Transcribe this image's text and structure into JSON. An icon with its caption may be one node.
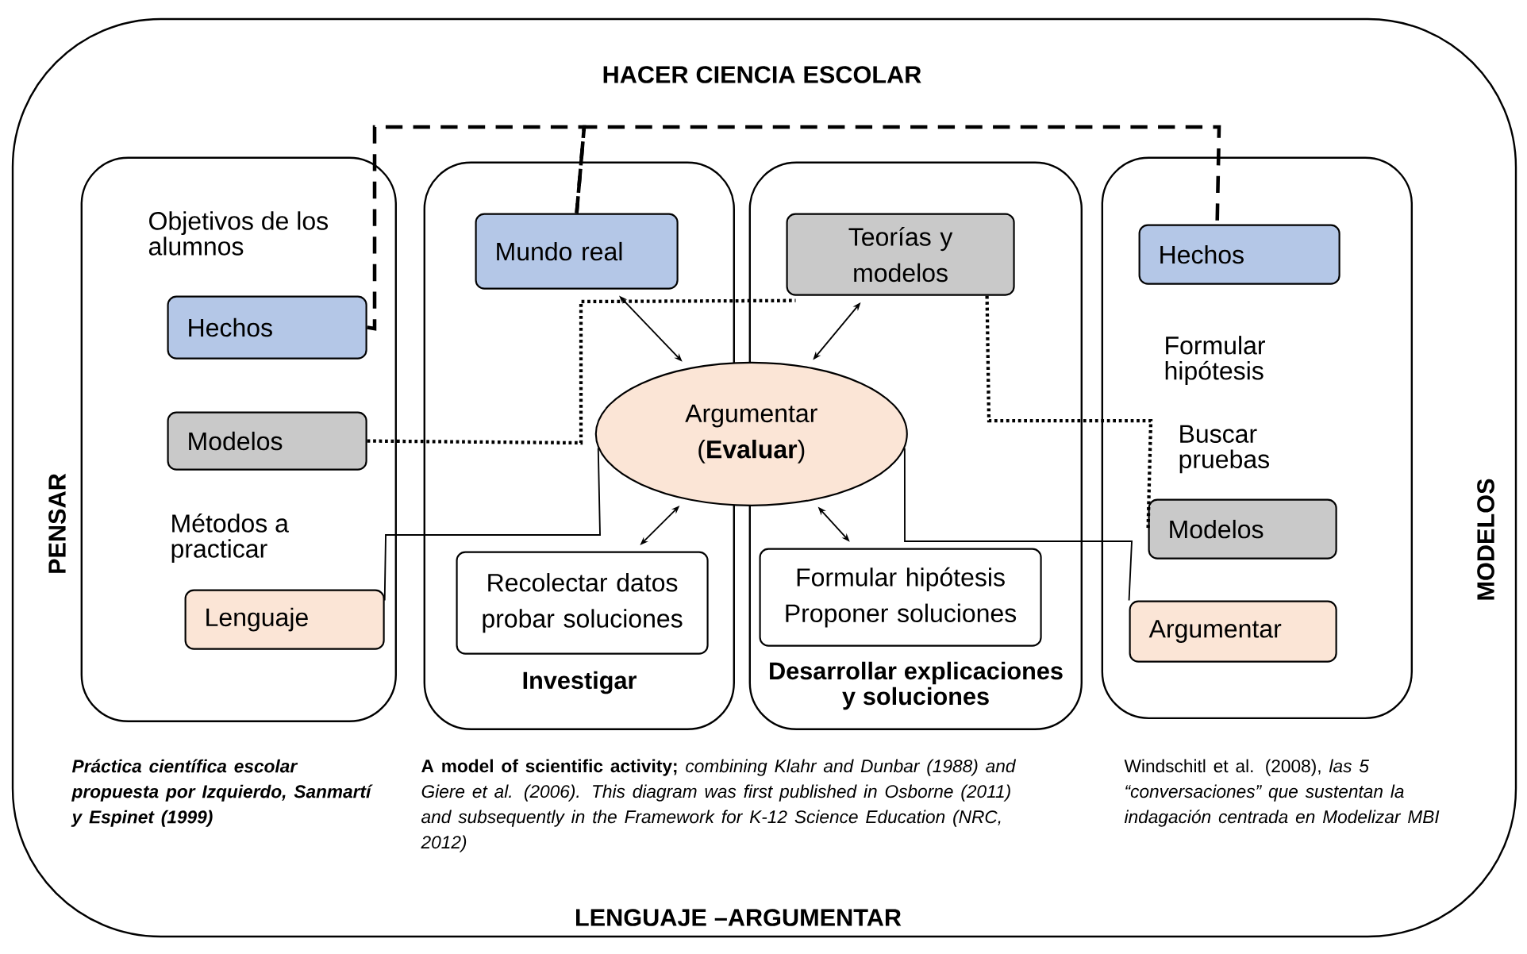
{
  "diagram": {
    "nodes": [
      {
        "text": [
          "HACER CIENCIA  ESCOLAR",
          "PENSAR",
          "MODELOS",
          "LENGUAJE –ARGUMENTAR"
        ]
      },
      {
        "text": [
          "Objetivos de los alumnos",
          "Métodos a practicar"
        ],
        "in": 0
      },
      {
        "text": [
          "Hechos"
        ],
        "in": 1
      },
      {
        "text": [
          "Modelos"
        ],
        "in": 1
      },
      {
        "text": [
          "Lenguaje"
        ],
        "in": 1
      },
      {
        "text": [
          "Investigar"
        ],
        "in": 0
      },
      {
        "text": [
          "Mundo  real"
        ],
        "in": 5
      },
      {
        "text": [
          "Recolectar  datos probar soluciones"
        ],
        "in": 5
      },
      {
        "text": [
          "Desarrollar  explicaciones y soluciones"
        ],
        "in": 0
      },
      {
        "text": [
          "Teorías y modelos"
        ],
        "in": 8
      },
      {
        "text": [
          "Formular hipótesis Proponer soluciones"
        ],
        "in": 8
      },
      {
        "text": [
          "Argumentar (**Evaluar**)"
        ],
        "in": 0
      },
      {
        "text": [
          "Formular hipótesis",
          "Buscar pruebas"
        ],
        "in": 0
      },
      {
        "text": [
          "Hechos"
        ],
        "in": 12
      },
      {
        "text": [
          "Modelos"
        ],
        "in": 12
      },
      {
        "text": [
          "Argumentar"
        ],
        "in": 12
      }
    ],
    "edges": [
      {
        "from": 2,
        "to": 6,
        "arrow": "none",
        "style": "dashed"
      },
      {
        "from": 6,
        "to": 13,
        "arrow": "none",
        "style": "dashed"
      },
      {
        "from": 3,
        "to": 9,
        "arrow": "none",
        "style": "dashed"
      },
      {
        "from": 9,
        "to": 14,
        "arrow": "none",
        "style": "dashed"
      },
      {
        "from": 4,
        "to": 11,
        "arrow": "none"
      },
      {
        "from": 11,
        "to": 15,
        "arrow": "none"
      },
      {
        "from": 11,
        "to": 6,
        "arrow": "both"
      },
      {
        "from": 11,
        "to": 9,
        "arrow": "both"
      },
      {
        "from": 11,
        "to": 7,
        "arrow": "both"
      },
      {
        "from": 11,
        "to": 10,
        "arrow": "both"
      }
    ],
    "labels": [
      "Práctica científica escolar propuesta por Izquierdo, Sanmartí y Espinet (1999)",
      "**A model of scientific activity;** *combining Klahr and Dunbar (1988) and Giere et al. (2006). This diagram was first published in Osborne (2011) and subsequently in the Framework for K-12 Science Education (NRC, 2012)*",
      "Windschitl et al. (2008), *las 5 “conversaciones” que sustentan la indagación centrada en Modelizar MBI*"
    ]
  }
}
